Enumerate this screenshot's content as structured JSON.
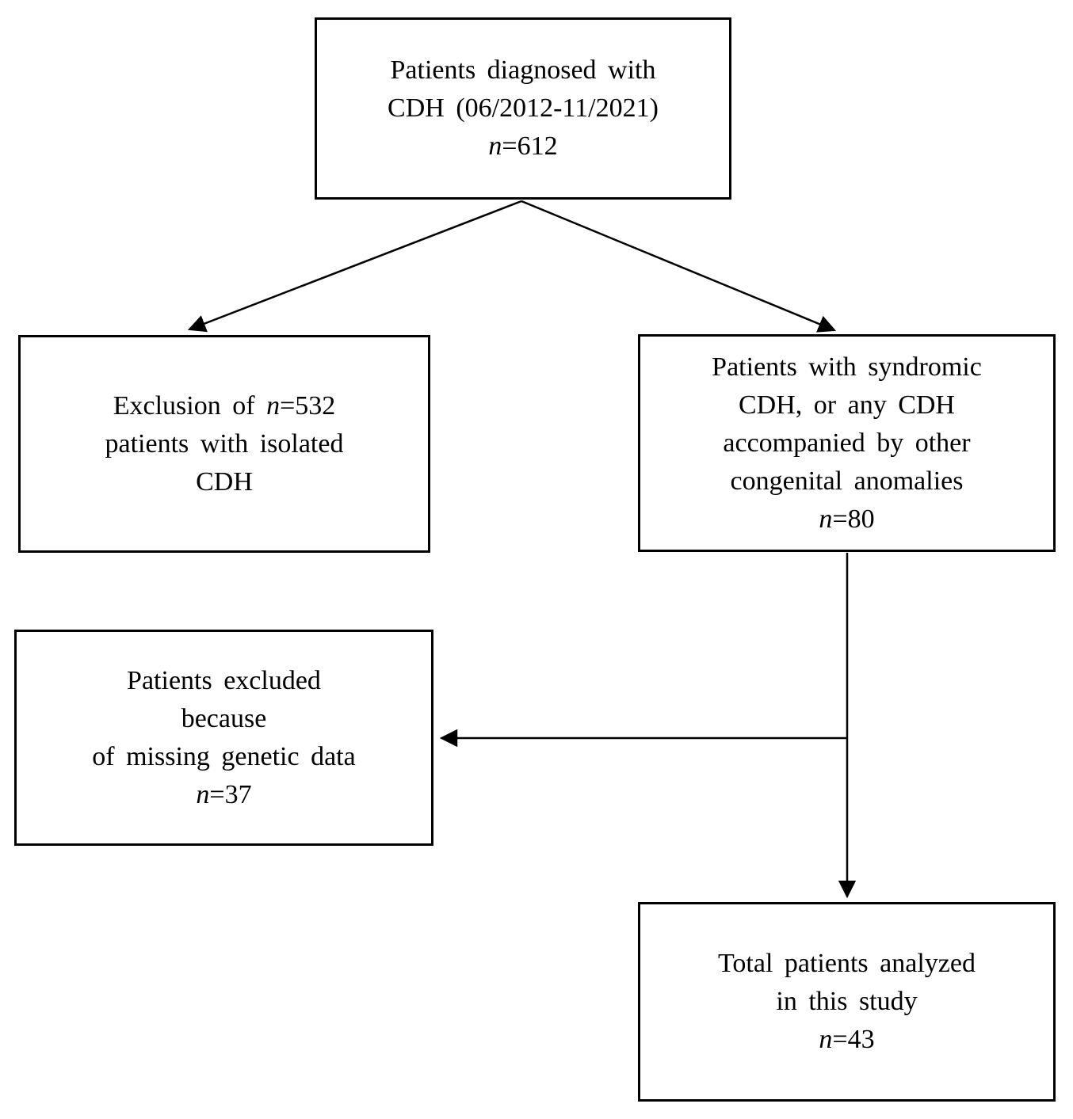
{
  "colors": {
    "ink": "#000000",
    "background": "#ffffff"
  },
  "flowchart": {
    "boxes": {
      "diagnosed": {
        "line1": "Patients diagnosed with",
        "line2": "CDH (06/2012-11/2021)",
        "n": "n",
        "n_eq": "=612"
      },
      "isolated": {
        "line1_pre": "Exclusion of ",
        "n": "n",
        "n_eq": "=532",
        "line2": "patients with isolated",
        "line3": "CDH"
      },
      "syndromic": {
        "line1": "Patients with syndromic",
        "line2": "CDH, or any CDH",
        "line3": "accompanied by other",
        "line4": "congenital anomalies",
        "n": "n",
        "n_eq": "=80"
      },
      "missing": {
        "line1": "Patients excluded",
        "line2": "because",
        "line3": "of missing genetic data",
        "n": "n",
        "n_eq": "=37"
      },
      "total": {
        "line1": "Total patients analyzed",
        "line2": "in this study",
        "n": "n",
        "n_eq": "=43"
      }
    }
  }
}
